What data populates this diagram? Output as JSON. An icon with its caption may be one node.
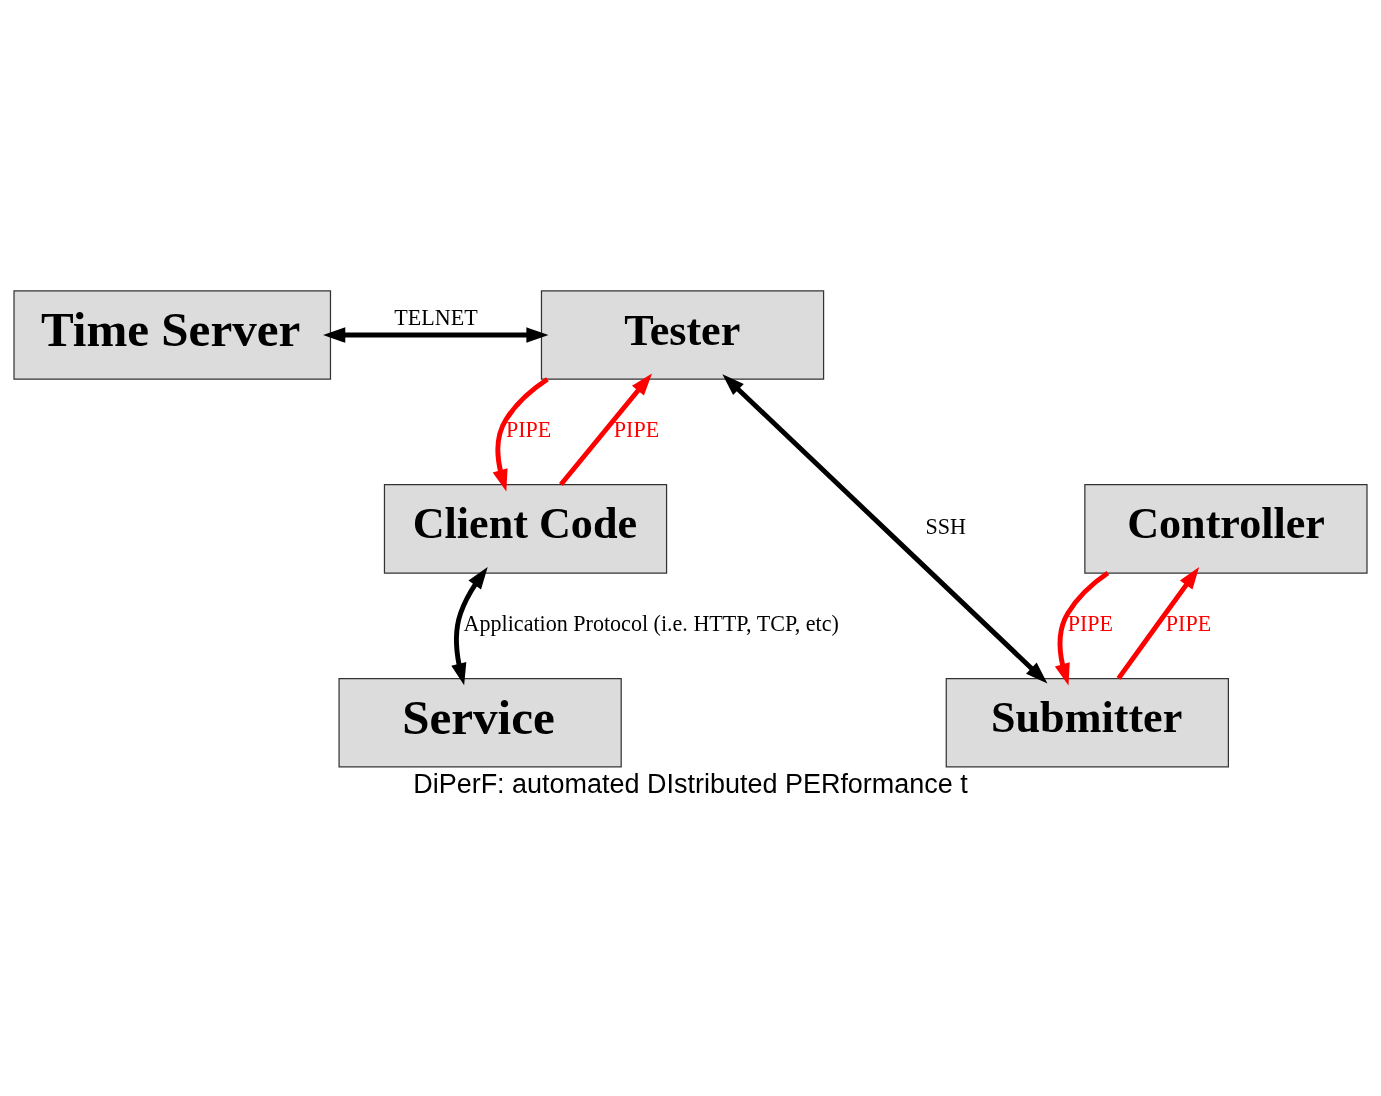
{
  "diagram": {
    "caption": "DiPerF: automated DIstributed PERformance t",
    "nodes": [
      {
        "text": [
          "Time Server"
        ]
      },
      {
        "text": [
          "Tester"
        ]
      },
      {
        "text": [
          "Client Code"
        ]
      },
      {
        "text": [
          "Controller"
        ]
      },
      {
        "text": [
          "Submitter"
        ]
      },
      {
        "text": [
          "Service"
        ]
      }
    ],
    "edges": [
      {
        "from": 0,
        "to": 1,
        "arrow": "both",
        "label": "TELNET",
        "color": "#000000"
      },
      {
        "from": 1,
        "to": 4,
        "arrow": "both",
        "label": "SSH",
        "color": "#000000"
      },
      {
        "from": 2,
        "to": 5,
        "arrow": "both",
        "label": "Application Protocol (i.e. HTTP, TCP, etc)",
        "color": "#000000"
      },
      {
        "from": 1,
        "to": 2,
        "arrow": "to",
        "label": "PIPE"
      },
      {
        "from": 2,
        "to": 1,
        "arrow": "to",
        "label": "PIPE"
      },
      {
        "from": 3,
        "to": 4,
        "arrow": "to",
        "label": "PIPE"
      },
      {
        "from": 4,
        "to": 3,
        "arrow": "to",
        "label": "PIPE"
      }
    ]
  }
}
